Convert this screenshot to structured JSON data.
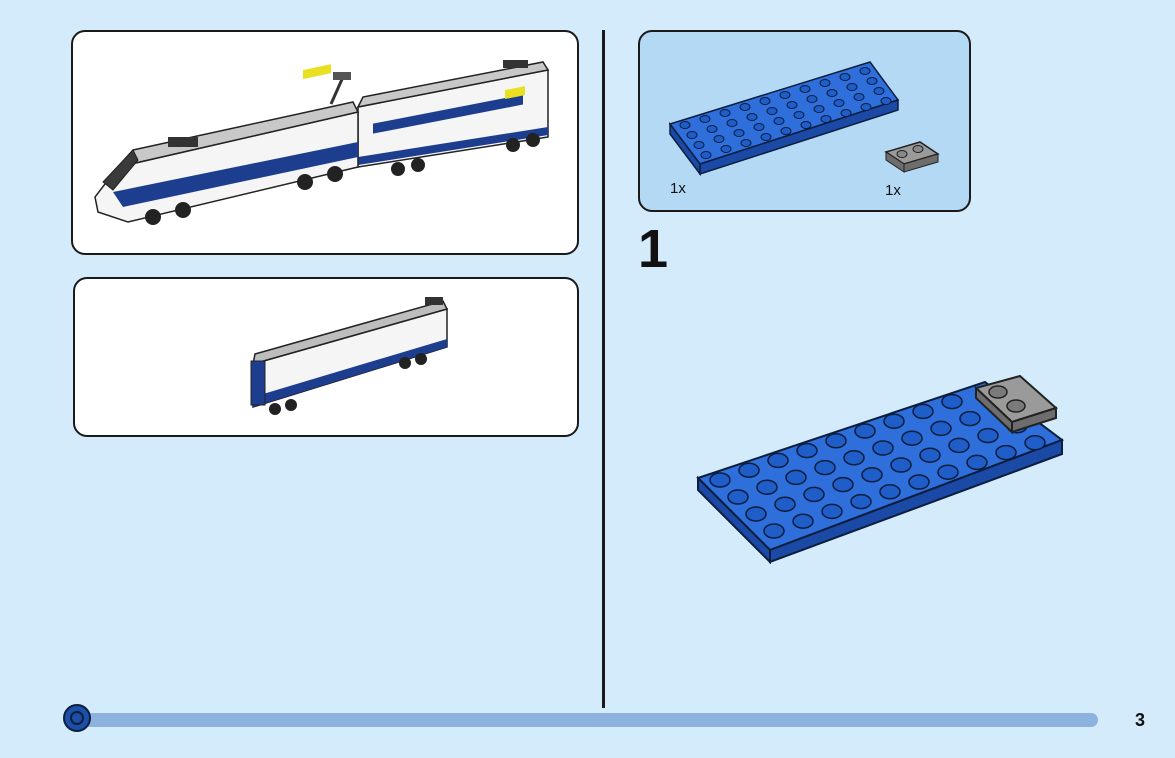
{
  "parts": [
    {
      "quantity": "1x",
      "part": "blue-plate-4x10",
      "color": "#1f5ec9"
    },
    {
      "quantity": "1x",
      "part": "grey-plate-1x2-with-clip",
      "color": "#888888"
    }
  ],
  "step": {
    "number": "1"
  },
  "page": {
    "number": "3"
  },
  "progress": {
    "fraction": 0.03
  },
  "colors": {
    "background": "#d4ebfb",
    "parts_box": "#b3d9f5",
    "brick_blue": "#1f5ec9",
    "train_blue": "#1d3e8e",
    "progress": "#8eb2df"
  }
}
